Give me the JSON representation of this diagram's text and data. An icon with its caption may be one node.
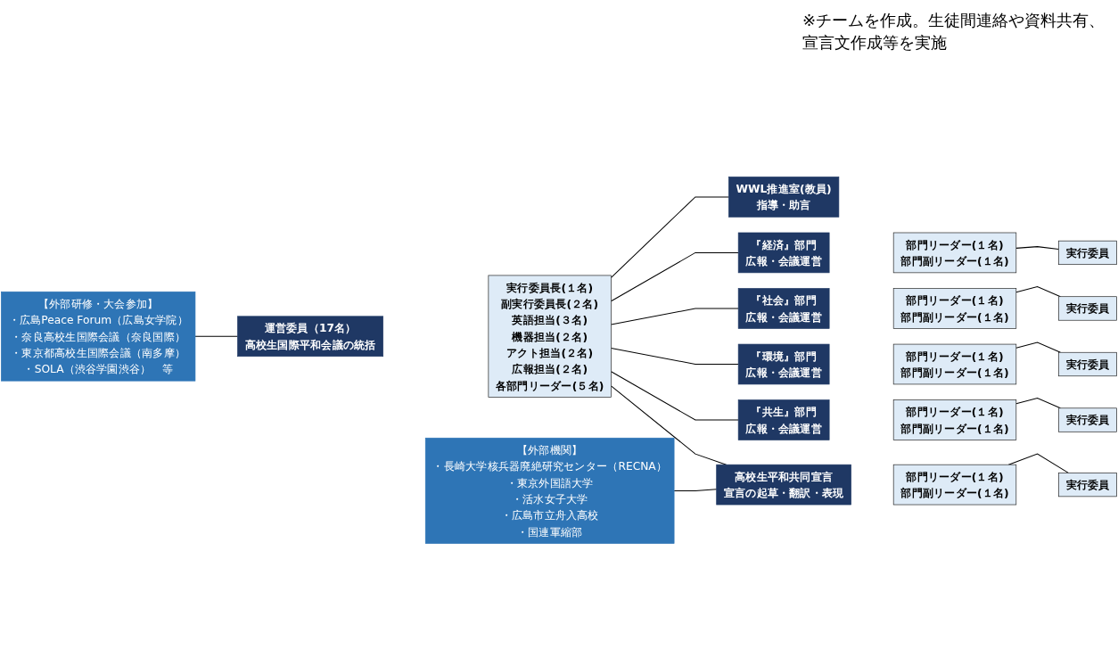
{
  "diagram": {
    "nodes": [
      {
        "text": [
          "【外部研修・大会参加】",
          "・広島Peace Forum（広島女学院）",
          "・奈良高校生国際会議（奈良国際）",
          "・東京都高校生国際会議（南多摩）",
          "・SOLA（渋谷学園渋谷）　等"
        ]
      },
      {
        "text": [
          "運営委員（17名）",
          "高校生国際平和会議の統括"
        ]
      },
      {
        "text": [
          "実行委員長(１名)",
          "副実行委員長(２名)",
          "英語担当(３名)",
          "機器担当(２名)",
          "アクト担当(２名)",
          "広報担当(２名)",
          "各部門リーダー(５名)"
        ]
      },
      {
        "text": [
          "WWL推進室(教員)",
          "指導・助言"
        ]
      },
      {
        "text": [
          "【外部機関】",
          "・長崎大学核兵器廃絶研究センター（RECNA）",
          "・東京外国語大学",
          "・活水女子大学",
          "・広島市立舟入高校",
          "・国連軍縮部"
        ]
      },
      {
        "text": [
          "高校生平和共同宣言",
          "宣言の起草・翻訳・表現"
        ]
      },
      {
        "text": [
          "部門リーダー(１名)",
          "部門副リーダー(１名)"
        ]
      },
      {
        "text": [
          "実行委員"
        ]
      },
      {
        "text": [
          "『共生』部門",
          "広報・会議運営"
        ]
      },
      {
        "text": [
          "部門リーダー(１名)",
          "部門副リーダー(１名)"
        ]
      },
      {
        "text": [
          "実行委員"
        ]
      },
      {
        "text": [
          "『環境』部門",
          "広報・会議運営"
        ]
      },
      {
        "text": [
          "部門リーダー(１名)",
          "部門副リーダー(１名)"
        ]
      },
      {
        "text": [
          "実行委員"
        ]
      },
      {
        "text": [
          "『社会』部門",
          "広報・会議運営"
        ]
      },
      {
        "text": [
          "部門リーダー(１名)",
          "部門副リーダー(１名)"
        ]
      },
      {
        "text": [
          "実行委員"
        ]
      },
      {
        "text": [
          "『経済』部門",
          "広報・会議運営"
        ]
      },
      {
        "text": [
          "部門リーダー(１名)",
          "部門副リーダー(１名)"
        ]
      },
      {
        "text": [
          "実行委員"
        ]
      }
    ],
    "edges": [
      {
        "from": 0,
        "to": 1,
        "arrow": "none"
      },
      {
        "from": 2,
        "to": 3,
        "arrow": "none"
      },
      {
        "from": 2,
        "to": 5,
        "arrow": "none"
      },
      {
        "from": 2,
        "to": 8,
        "arrow": "none"
      },
      {
        "from": 2,
        "to": 11,
        "arrow": "none"
      },
      {
        "from": 2,
        "to": 14,
        "arrow": "none"
      },
      {
        "from": 2,
        "to": 17,
        "arrow": "none"
      },
      {
        "from": 4,
        "to": 5,
        "arrow": "none"
      },
      {
        "from": 6,
        "to": 7,
        "arrow": "none"
      },
      {
        "from": 9,
        "to": 10,
        "arrow": "none"
      },
      {
        "from": 12,
        "to": 13,
        "arrow": "none"
      },
      {
        "from": 15,
        "to": 16,
        "arrow": "none"
      },
      {
        "from": 18,
        "to": 19,
        "arrow": "none"
      }
    ],
    "labels": [
      "※チームを作成。生徒間連絡や資料共有、宣言文作成等を実施"
    ]
  }
}
